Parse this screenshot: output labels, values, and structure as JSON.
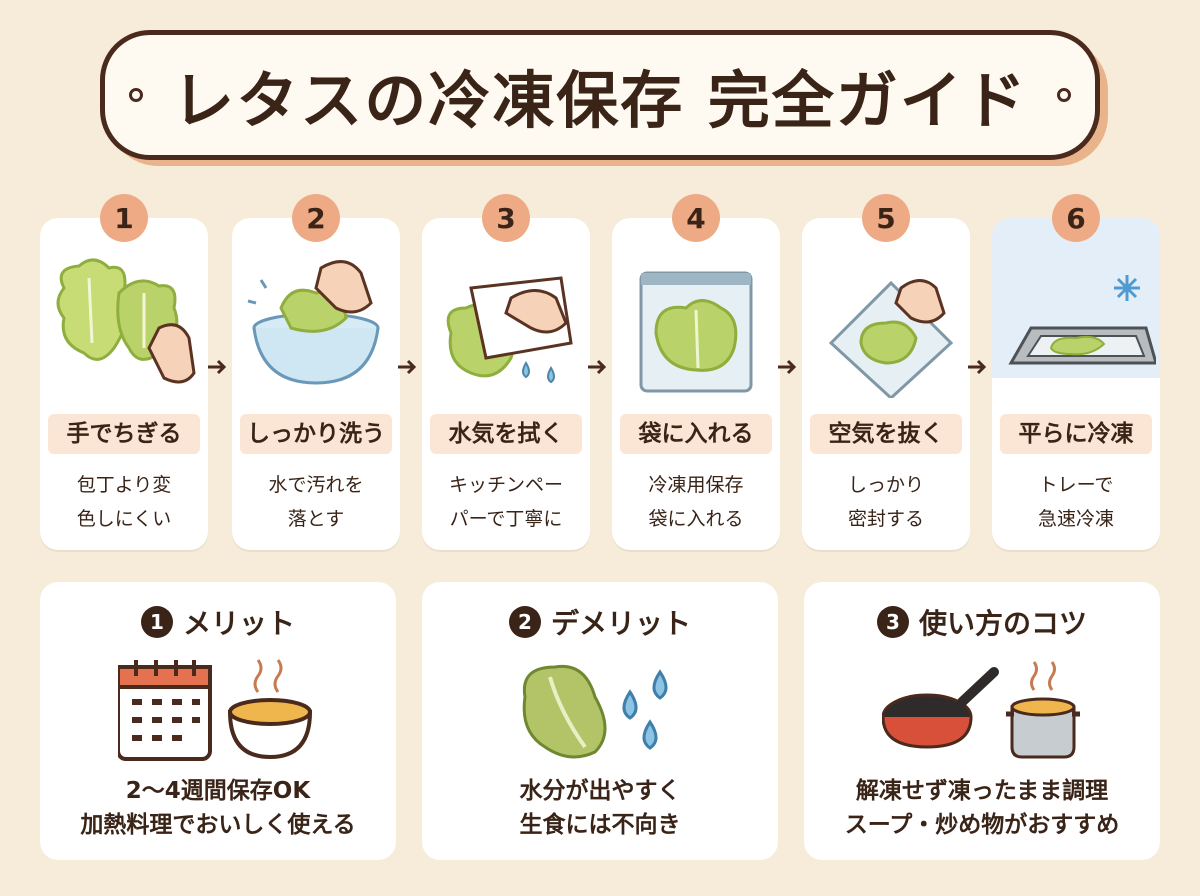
{
  "title": "レタスの冷凍保存 完全ガイド",
  "steps": [
    {
      "number": "1",
      "label": "手でちぎる",
      "desc": "包丁より変\n色しにくい",
      "icon": "hand-tearing-lettuce-icon"
    },
    {
      "number": "2",
      "label": "しっかり洗う",
      "desc": "水で汚れを\n落とす",
      "icon": "washing-bowl-icon"
    },
    {
      "number": "3",
      "label": "水気を拭く",
      "desc": "キッチンペー\nパーで丁寧に",
      "icon": "paper-towel-icon"
    },
    {
      "number": "4",
      "label": "袋に入れる",
      "desc": "冷凍用保存\n袋に入れる",
      "icon": "freezer-bag-icon"
    },
    {
      "number": "5",
      "label": "空気を抜く",
      "desc": "しっかり\n密封する",
      "icon": "press-air-out-icon"
    },
    {
      "number": "6",
      "label": "平らに冷凍",
      "desc": "トレーで\n急速冷凍",
      "icon": "freezer-tray-icon"
    }
  ],
  "info": [
    {
      "number": "1",
      "title": "メリット",
      "desc": "2〜4週間保存OK\n加熱料理でおいしく使える",
      "icons": [
        "calendar-icon",
        "soup-bowl-icon"
      ]
    },
    {
      "number": "2",
      "title": "デメリット",
      "desc": "水分が出やすく\n生食には不向き",
      "icons": [
        "wilted-lettuce-icon",
        "water-drops-icon"
      ]
    },
    {
      "number": "3",
      "title": "使い方のコツ",
      "desc": "解凍せず凍ったまま調理\nスープ・炒め物がおすすめ",
      "icons": [
        "frying-pan-icon",
        "soup-pot-icon"
      ]
    }
  ],
  "colors": {
    "background": "#f6ecd9",
    "badge": "#eeaa84",
    "label_bg": "#fbe6d6",
    "text": "#3a2418",
    "lettuce": "#b9d36a"
  }
}
